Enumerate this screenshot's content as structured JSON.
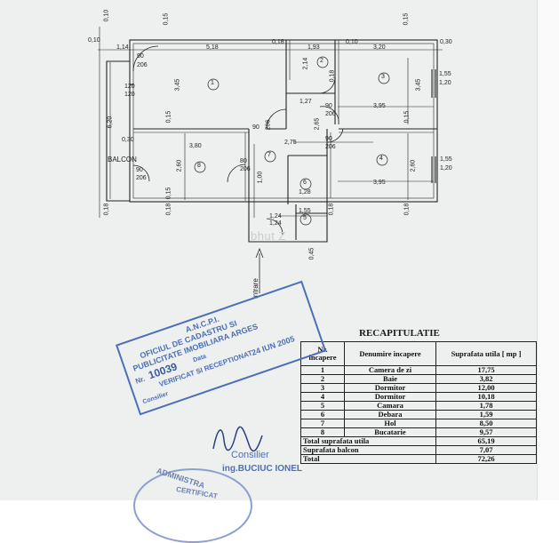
{
  "plan": {
    "top_dims": [
      "0,10",
      "1,14",
      "5,18",
      "0,18",
      "1,93",
      "0,10",
      "3,20",
      "0,30"
    ],
    "thin_dims": [
      "0,10",
      "0,15",
      "0,15"
    ],
    "rooms": [
      "1",
      "2",
      "3",
      "4",
      "5",
      "6",
      "7",
      "8"
    ],
    "balcon_label": "BALCON",
    "entry_label": "intrare",
    "dim_labels": [
      "90",
      "206",
      "120",
      "120",
      "3,45",
      "0,15",
      "2,14",
      "0,15",
      "3,45",
      "1,55",
      "1,20",
      "1,27",
      "90",
      "206",
      "3,95",
      "0,15",
      "0,30",
      "3,80",
      "90",
      "206",
      "2,75",
      "2,65",
      "90",
      "206",
      "6,20",
      "0,18",
      "2,60",
      "80",
      "206",
      "1,24",
      "1,28",
      "3,95",
      "2,60",
      "1,55",
      "1,20",
      "0,18",
      "0,18",
      "0,18",
      "1,24",
      "1,55",
      "0,45",
      "1,00",
      "90",
      "206",
      "0,18"
    ]
  },
  "watermark": "bhut Z",
  "recap": {
    "title": "RECAPITULATIE",
    "headers": [
      "Nr. incapere",
      "Denumire incapere",
      "Suprafata utila [ mp ]"
    ],
    "rows": [
      [
        "1",
        "Camera de zi",
        "17,75"
      ],
      [
        "2",
        "Baie",
        "3,82"
      ],
      [
        "3",
        "Dormitor",
        "12,00"
      ],
      [
        "4",
        "Dormitor",
        "10,18"
      ],
      [
        "5",
        "Camara",
        "1,78"
      ],
      [
        "6",
        "Debara",
        "1,59"
      ],
      [
        "7",
        "Hol",
        "8,50"
      ],
      [
        "8",
        "Bucatarie",
        "9,57"
      ]
    ],
    "totals": [
      [
        "Total suprafata utila",
        "65,19"
      ],
      [
        "Suprafata balcon",
        "7,07"
      ],
      [
        "Total",
        "72,26"
      ]
    ]
  },
  "stamp": {
    "line1": "A.N.C.P.I.",
    "line2": "OFICIUL DE CADASTRU SI",
    "line3": "PUBLICITATE IMOBILIARA ARGES",
    "nr_prefix": "Nr.",
    "number": "10039",
    "data_label": "Data",
    "verified": "VERIFICAT SI RECEPTIONAT",
    "consilier_small": "Consilier",
    "date": "24 IUN 2005"
  },
  "signature": {
    "title": "Consilier",
    "name": "ing.BUCIUC IONEL"
  },
  "seal": {
    "text1": "ADMINISTRA",
    "text2": "CERTIFICAT"
  },
  "colors": {
    "ink": "#1a1a1a",
    "stamp_blue": "#4b6fb8",
    "paper": "#eef0ef"
  }
}
